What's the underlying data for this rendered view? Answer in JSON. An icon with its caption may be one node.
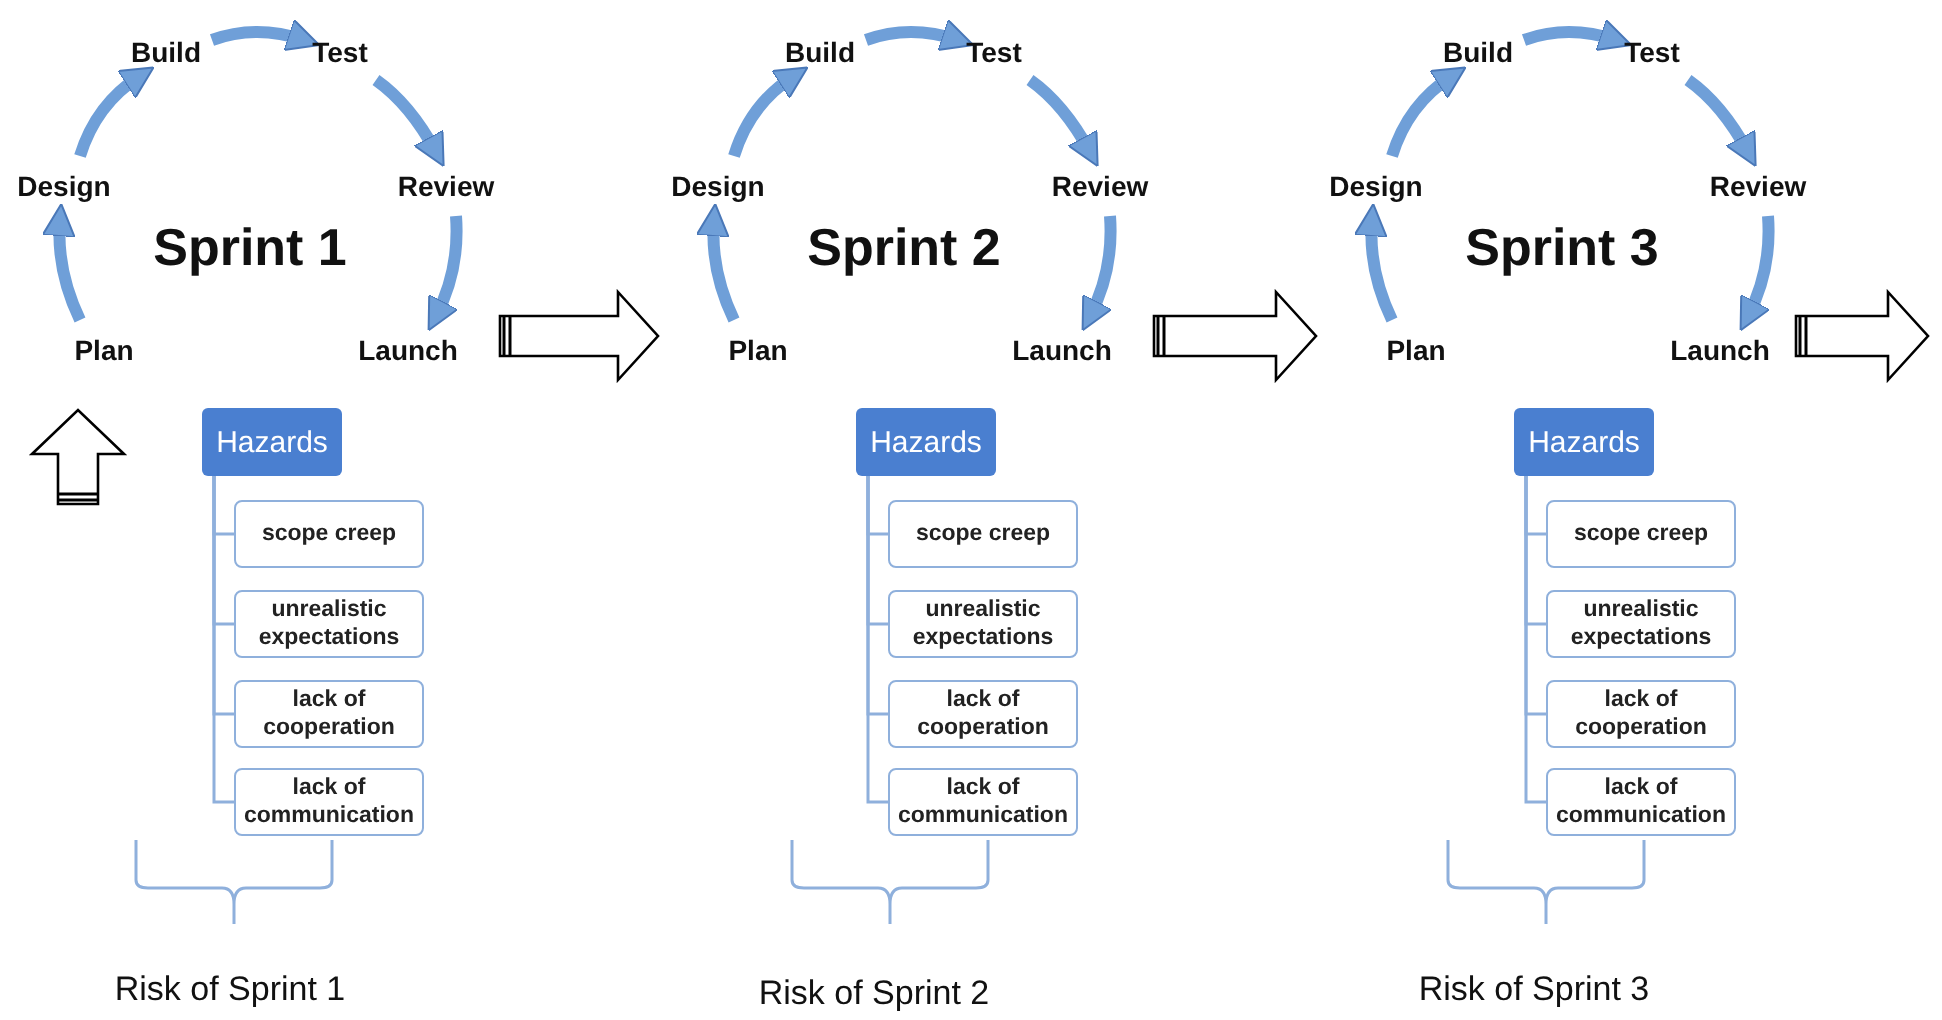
{
  "diagram": {
    "nodes": [
      {
        "text": [
          "Plan"
        ]
      },
      {
        "text": [
          "Design"
        ]
      },
      {
        "text": [
          "Build"
        ]
      },
      {
        "text": [
          "Test"
        ]
      },
      {
        "text": [
          "Review"
        ]
      },
      {
        "text": [
          "Launch"
        ]
      },
      {
        "text": [
          "Hazards"
        ]
      },
      {
        "text": [
          "scope creep"
        ]
      },
      {
        "text": [
          "unrealistic expectations"
        ]
      },
      {
        "text": [
          "lack of cooperation"
        ]
      },
      {
        "text": [
          "lack of communication"
        ]
      },
      {
        "text": [
          "Plan"
        ]
      },
      {
        "text": [
          "Design"
        ]
      },
      {
        "text": [
          "Build"
        ]
      },
      {
        "text": [
          "Test"
        ]
      },
      {
        "text": [
          "Review"
        ]
      },
      {
        "text": [
          "Launch"
        ]
      },
      {
        "text": [
          "Hazards"
        ]
      },
      {
        "text": [
          "scope creep"
        ]
      },
      {
        "text": [
          "unrealistic expectations"
        ]
      },
      {
        "text": [
          "lack of cooperation"
        ]
      },
      {
        "text": [
          "lack of communication"
        ]
      },
      {
        "text": [
          "Plan"
        ]
      },
      {
        "text": [
          "Design"
        ]
      },
      {
        "text": [
          "Build"
        ]
      },
      {
        "text": [
          "Test"
        ]
      },
      {
        "text": [
          "Review"
        ]
      },
      {
        "text": [
          "Launch"
        ]
      },
      {
        "text": [
          "Hazards"
        ]
      },
      {
        "text": [
          "scope creep"
        ]
      },
      {
        "text": [
          "unrealistic expectations"
        ]
      },
      {
        "text": [
          "lack of cooperation"
        ]
      },
      {
        "text": [
          "lack of communication"
        ]
      }
    ],
    "edges": [
      {
        "from": 0,
        "to": 1,
        "arrow": "to"
      },
      {
        "from": 1,
        "to": 2,
        "arrow": "to"
      },
      {
        "from": 2,
        "to": 3,
        "arrow": "to"
      },
      {
        "from": 3,
        "to": 4,
        "arrow": "to"
      },
      {
        "from": 4,
        "to": 5,
        "arrow": "to"
      },
      {
        "from": 6,
        "to": 7,
        "arrow": "none"
      },
      {
        "from": 6,
        "to": 8,
        "arrow": "none"
      },
      {
        "from": 6,
        "to": 9,
        "arrow": "none"
      },
      {
        "from": 6,
        "to": 10,
        "arrow": "none"
      },
      {
        "from": 11,
        "to": 12,
        "arrow": "to"
      },
      {
        "from": 12,
        "to": 13,
        "arrow": "to"
      },
      {
        "from": 13,
        "to": 14,
        "arrow": "to"
      },
      {
        "from": 14,
        "to": 15,
        "arrow": "to"
      },
      {
        "from": 15,
        "to": 16,
        "arrow": "to"
      },
      {
        "from": 17,
        "to": 18,
        "arrow": "none"
      },
      {
        "from": 17,
        "to": 19,
        "arrow": "none"
      },
      {
        "from": 17,
        "to": 20,
        "arrow": "none"
      },
      {
        "from": 17,
        "to": 21,
        "arrow": "none"
      },
      {
        "from": 22,
        "to": 23,
        "arrow": "to"
      },
      {
        "from": 23,
        "to": 24,
        "arrow": "to"
      },
      {
        "from": 24,
        "to": 25,
        "arrow": "to"
      },
      {
        "from": 25,
        "to": 26,
        "arrow": "to"
      },
      {
        "from": 26,
        "to": 27,
        "arrow": "to"
      },
      {
        "from": 28,
        "to": 29,
        "arrow": "none"
      },
      {
        "from": 28,
        "to": 30,
        "arrow": "none"
      },
      {
        "from": 28,
        "to": 31,
        "arrow": "none"
      },
      {
        "from": 28,
        "to": 32,
        "arrow": "none"
      },
      {
        "from": null,
        "to": 0,
        "arrow": "to",
        "style": "thick",
        "color": "#000000"
      },
      {
        "from": 5,
        "to": 11,
        "arrow": "to",
        "style": "thick",
        "color": "#000000"
      },
      {
        "from": 16,
        "to": 22,
        "arrow": "to",
        "style": "thick",
        "color": "#000000"
      },
      {
        "from": 27,
        "to": null,
        "arrow": "to",
        "style": "thick",
        "color": "#000000"
      }
    ],
    "labels": [
      "Sprint 1",
      "Sprint 2",
      "Sprint 3",
      "Risk of Sprint 1",
      "Risk of Sprint 2",
      "Risk of Sprint 3"
    ]
  }
}
